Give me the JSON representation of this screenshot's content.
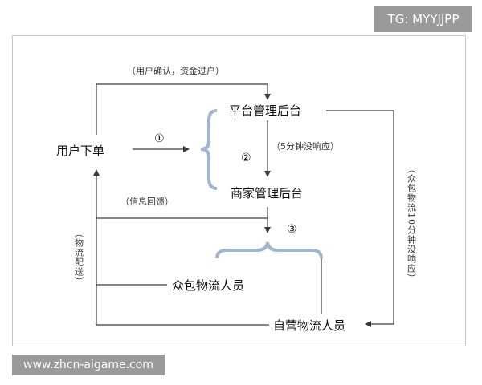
{
  "watermark_top": "TG: MYYJJPP",
  "watermark_bottom": "www.zhcn-aigame.com",
  "nodes": {
    "user_order": "用户下单",
    "platform_backend": "平台管理后台",
    "merchant_backend": "商家管理后台",
    "crowd_logistics": "众包物流人员",
    "own_logistics": "自营物流人员"
  },
  "labels": {
    "user_confirm": "（用户确认，资金过户）",
    "no_response_5": "（5分钟没响应）",
    "info_feedback": "（信息回馈）",
    "logistics_delivery": "（物流配送）",
    "crowd_no_response_10": "（众包物流10分钟没响应）",
    "step1": "①",
    "step2": "②",
    "step3": "③"
  },
  "colors": {
    "line": "#3a3a3a",
    "brace": "#9fb5d2"
  }
}
